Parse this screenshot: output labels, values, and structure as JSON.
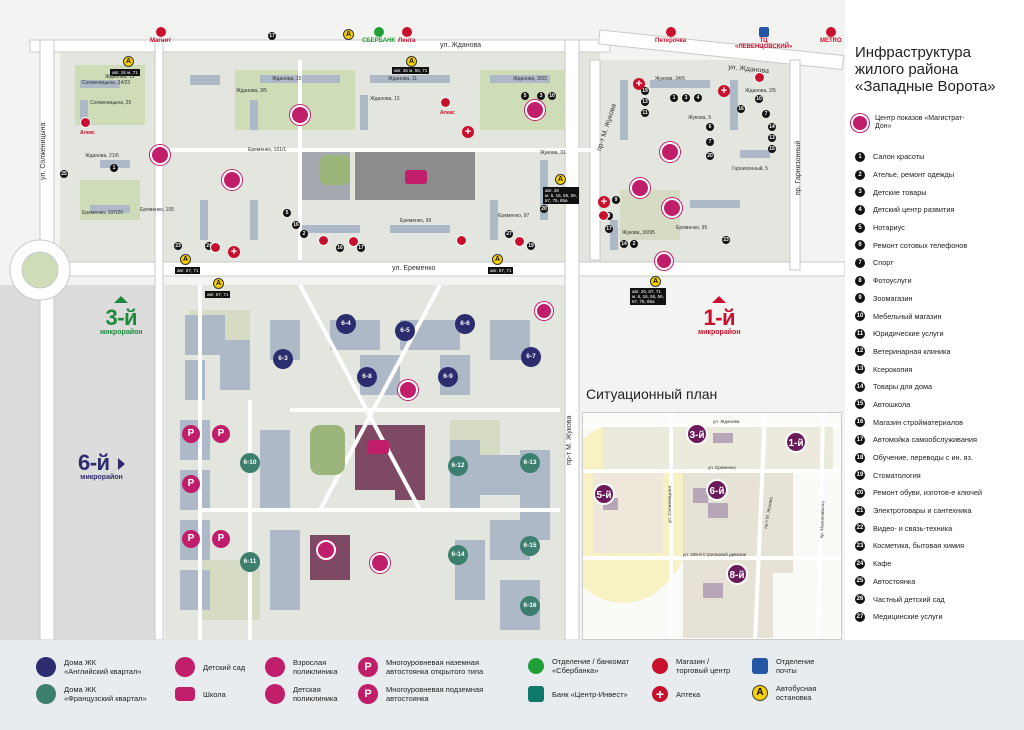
{
  "panel": {
    "title_line1": "Инфраструктура",
    "title_line2": "жилого района",
    "title_line3": "«Западные Ворота»",
    "showroom_label": "Центр показов «Магистрат-Дон»",
    "items": [
      {
        "n": "1",
        "label": "Салон красоты"
      },
      {
        "n": "2",
        "label": "Ателье, ремонт одежды"
      },
      {
        "n": "3",
        "label": "Детские товары"
      },
      {
        "n": "4",
        "label": "Детский центр развития"
      },
      {
        "n": "5",
        "label": "Нотариус"
      },
      {
        "n": "6",
        "label": "Ремонт сотовых телефонов"
      },
      {
        "n": "7",
        "label": "Спорт"
      },
      {
        "n": "8",
        "label": "Фотоуслуги"
      },
      {
        "n": "9",
        "label": "Зоомагазин"
      },
      {
        "n": "10",
        "label": "Мебельный магазин"
      },
      {
        "n": "11",
        "label": "Юридические услуги"
      },
      {
        "n": "12",
        "label": "Ветеринарная клиника"
      },
      {
        "n": "13",
        "label": "Ксерокопия"
      },
      {
        "n": "14",
        "label": "Товары для дома"
      },
      {
        "n": "15",
        "label": "Автошкола"
      },
      {
        "n": "16",
        "label": "Магазин стройматериалов"
      },
      {
        "n": "17",
        "label": "Автомойка самообслуживания"
      },
      {
        "n": "18",
        "label": "Обучение, переводы с ин. яз."
      },
      {
        "n": "19",
        "label": "Стоматология"
      },
      {
        "n": "20",
        "label": "Ремонт обуви, изготов-е ключей"
      },
      {
        "n": "21",
        "label": "Электротовары и сантехника"
      },
      {
        "n": "22",
        "label": "Видео- и связь-техника"
      },
      {
        "n": "23",
        "label": "Косметика, бытовая химия"
      },
      {
        "n": "24",
        "label": "Кафе"
      },
      {
        "n": "25",
        "label": "Автостоянка"
      },
      {
        "n": "26",
        "label": "Частный детский сад"
      },
      {
        "n": "27",
        "label": "Медицинские услуги"
      }
    ]
  },
  "map": {
    "roads": {
      "zhdanova": "ул. Жданова",
      "zhdanova2": "ул. Жданова",
      "eremenko": "ул. Еременко",
      "zhukova": "пр-т М. Жукова",
      "zhukova2": "пр-т М. Жукова",
      "solzhenitsyna": "ул. Солженицына",
      "garnizonny": "пр. Гарнизонный"
    },
    "top_pois": {
      "magnit": "Магнит",
      "sberbank": "СБЕРБАНК",
      "lenta": "Лента",
      "pyaterochka": "Пятерочка",
      "tc": "ТЦ\n«ЛЕВЕНЦОВСКИЙ»",
      "metro": "METRO",
      "tc_num": "17"
    },
    "bus_tags": {
      "t1": "авт. 26 м. 71",
      "t2": "авт. 26 м. 55, 71",
      "t3": "авт. 26\nм. 6, 16, 55, 59,\n67, 75, 85а",
      "t4": "авт. 67, 71",
      "t5": "авт. 67, 71",
      "t6": "авт. 67, 71",
      "t7": "авт. 26, 67, 71\nм. 6, 16, 55, 59,\n67, 75, 85а"
    },
    "bus_letter": "А",
    "buildings": {
      "b1": "Жданова, 19",
      "b2": "Солженицына, 24/23",
      "b3": "Солженицына, 25",
      "b4": "Жданова, 21/6",
      "b5": "Еременко, 101/1",
      "b6": "Еременко, 105",
      "b7": "Еременко, 107/20",
      "b8": "Еременко, 99",
      "b9": "Еременко, 97",
      "b10": "Жукова, 31",
      "b11": "Жданова, 3/33",
      "b12": "Жданова, 13",
      "b13": "Жданова, 11",
      "b14": "Жданова, 15",
      "b15": "Жукова, 34/5",
      "b16": "Жданова, 2/5",
      "b17": "Жукова, 9",
      "b18": "Гарнизонный, 5",
      "b19": "Еременко, 95",
      "b20": "Жукова, 30/95",
      "b21": "Жданова, 3/5"
    },
    "houses_eng": [
      "6-4",
      "6-5",
      "6-6",
      "6-3",
      "6-8",
      "6-9",
      "6-7"
    ],
    "houses_fr": [
      "6-10",
      "6-12",
      "6-13",
      "6-11",
      "6-14",
      "6-15",
      "6-16"
    ],
    "districts": {
      "d3_big": "3-й",
      "d3_small": "микрорайон",
      "d1_big": "1-й",
      "d1_small": "микрорайон",
      "d6_big": "6-й",
      "d6_small": "микрорайон"
    },
    "pois_small": {
      "aleks1": "Алекс",
      "aleks2": "Алекс"
    },
    "parking_letter": "P",
    "cross_symbol": "+",
    "dot_nums": [
      "1",
      "2",
      "3",
      "4",
      "5",
      "6",
      "7",
      "8",
      "9",
      "10",
      "11",
      "12",
      "13",
      "14",
      "15",
      "16",
      "17",
      "18",
      "19",
      "20",
      "21",
      "22",
      "23",
      "24",
      "25",
      "26",
      "27"
    ]
  },
  "inset": {
    "title": "Ситуационный план",
    "badges": [
      "3-й",
      "1-й",
      "5-й",
      "6-й",
      "8-й"
    ],
    "roads": {
      "r1": "ул. Жданова",
      "r2": "ул. Еременко",
      "r3": "ул. Солженицына",
      "r4": "пр-т М. Жукова",
      "r5": "ул. 339-й Стрелковой дивизии",
      "r6": "пр. Малиновского"
    }
  },
  "legend": {
    "eng": "Дома ЖК\n«Английский квартал»",
    "fr": "Дома ЖК\n«Французский квартал»",
    "kindergarten": "Детский сад",
    "school": "Школа",
    "adult_clinic": "Взрослая\nполиклиника",
    "child_clinic": "Детская\nполиклиника",
    "parking_open": "Многоуровневая наземная\nавтостоянка открытого типа",
    "parking_under": "Многоуровневая подземная\nавтостоянка",
    "sber": "Отделение / банкомат\n«Сбербанка»",
    "centr_invest": "Банк «Центр-Инвест»",
    "shops": "Магазин /\nторговый центр",
    "pharmacy": "Аптека",
    "post": "Отделение\nпочты",
    "busstop": "Автобусная\nостановка",
    "park_letter": "P",
    "bus_letter": "А",
    "cross_symbol": "+"
  },
  "colors": {
    "brand_pink": "#c01d6a",
    "english_navy": "#2b2d6e",
    "french_teal": "#3d7f6e",
    "red": "#c8102e",
    "green": "#21a038",
    "busstop_yellow": "#f7d000"
  }
}
